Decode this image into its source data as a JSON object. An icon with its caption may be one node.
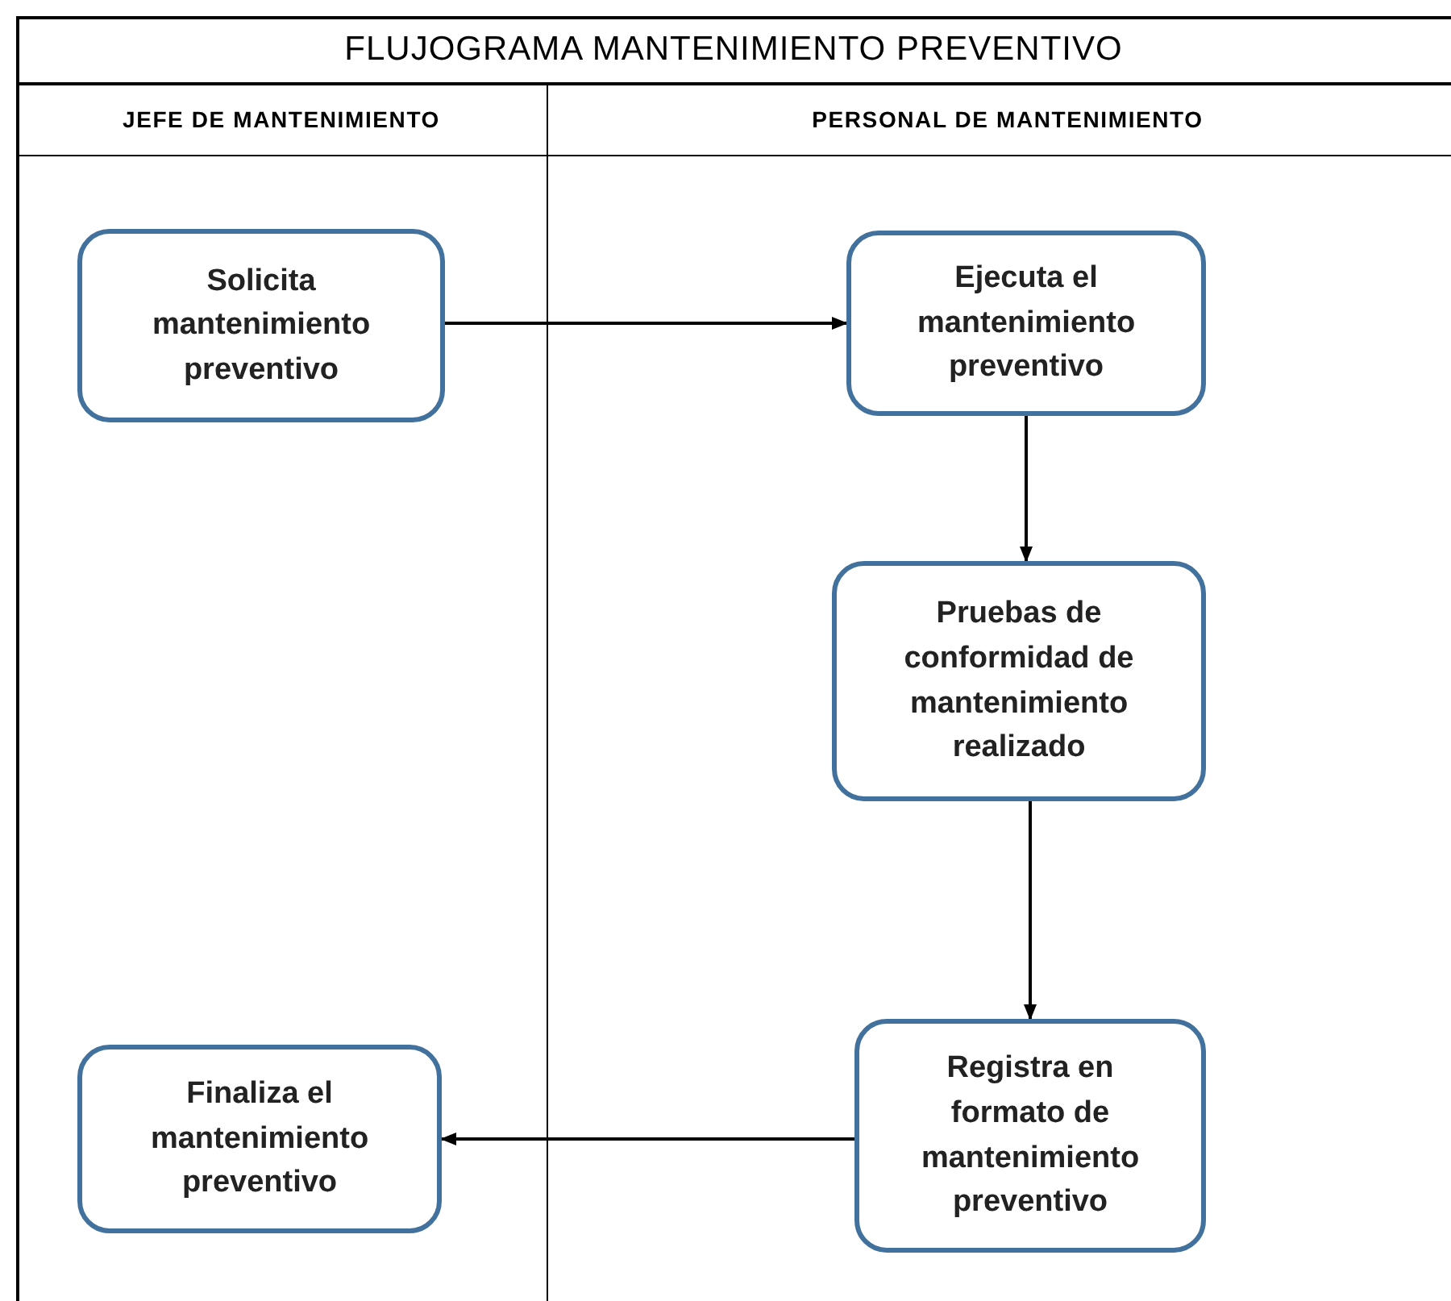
{
  "diagram": {
    "title": "FLUJOGRAMA MANTENIMIENTO PREVENTIVO",
    "nodes": [
      {
        "text": [
          "JEFE DE MANTENIMIENTO"
        ]
      },
      {
        "text": [
          "PERSONAL DE MANTENIMIENTO"
        ]
      },
      {
        "text": [
          "Solicita mantenimiento preventivo"
        ],
        "in": 0
      },
      {
        "text": [
          "Ejecuta el mantenimiento preventivo"
        ],
        "in": 1
      },
      {
        "text": [
          "Pruebas de conformidad de mantenimiento realizado"
        ],
        "in": 1
      },
      {
        "text": [
          "Registra en formato de mantenimiento preventivo"
        ],
        "in": 1
      },
      {
        "text": [
          "Finaliza el mantenimiento preventivo"
        ],
        "in": 0
      }
    ],
    "edges": [
      {
        "from": 2,
        "to": 3,
        "arrow": "to"
      },
      {
        "from": 3,
        "to": 4,
        "arrow": "to"
      },
      {
        "from": 4,
        "to": 5,
        "arrow": "to"
      },
      {
        "from": 5,
        "to": 6,
        "arrow": "to"
      }
    ]
  }
}
